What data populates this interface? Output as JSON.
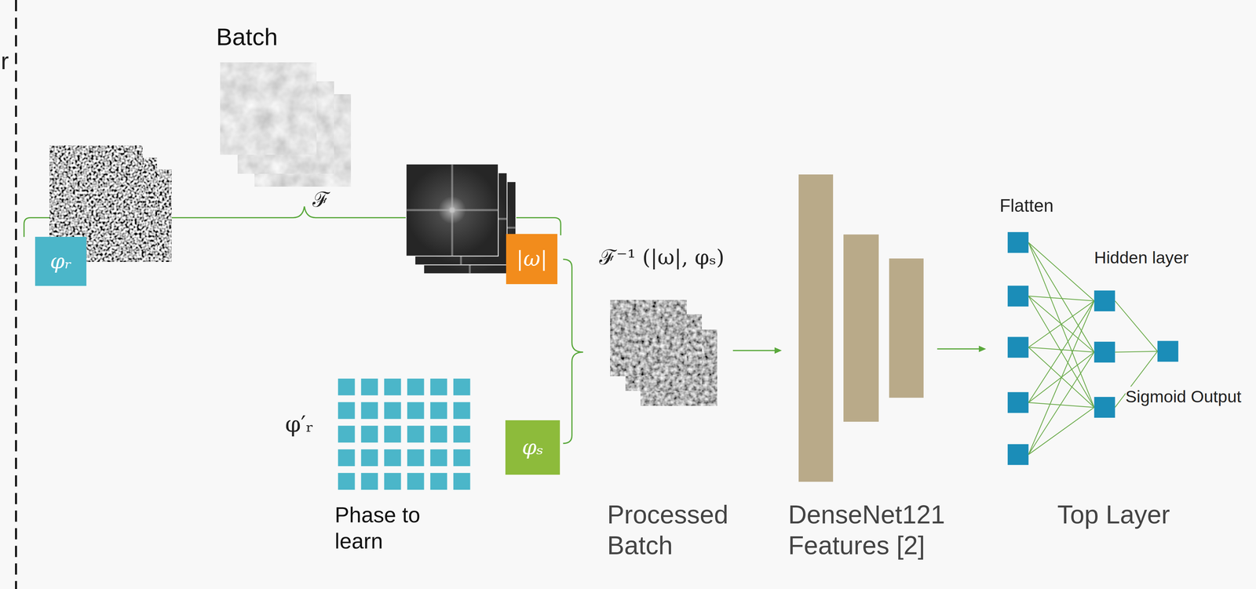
{
  "diagram": {
    "nodes": [
      {
        "text": [
          "φᵣ"
        ]
      },
      {
        "text": [
          "|ω|"
        ]
      },
      {
        "text": [
          "φₛ"
        ]
      }
    ],
    "labels": [
      "r",
      "Batch",
      "ℱ",
      "ℱ⁻¹ (|ω|, φₛ)",
      "φ′ᵣ",
      "Phase to learn",
      "Processed Batch",
      "DenseNet121 Features [2]",
      "Flatten",
      "Hidden layer",
      "Sigmoid Output",
      "Top Layer"
    ]
  }
}
